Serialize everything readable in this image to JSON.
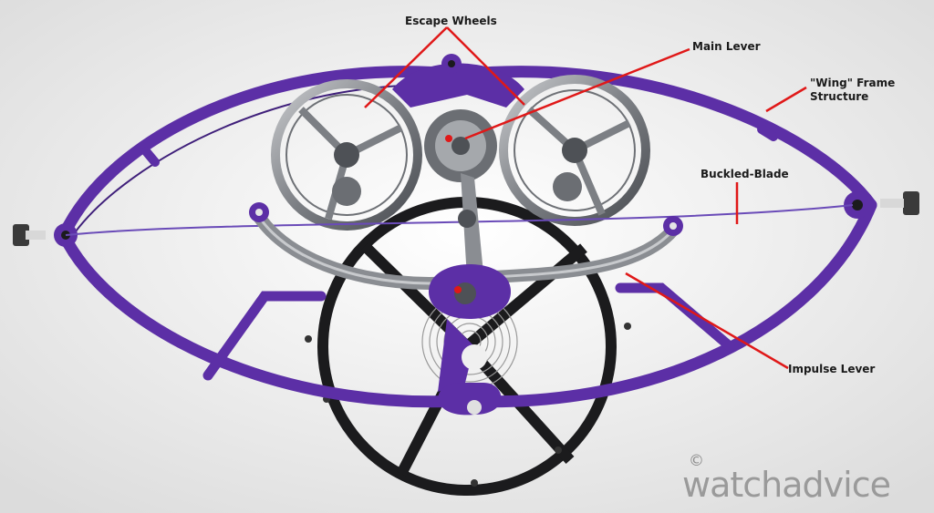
{
  "labels": {
    "escape_wheels": "Escape Wheels",
    "main_lever": "Main Lever",
    "wing_frame_line1": "\"Wing\" Frame",
    "wing_frame_line2": "Structure",
    "buckled_blade": "Buckled-Blade",
    "impulse_lever": "Impulse Lever"
  },
  "watermark": {
    "copyright": "©",
    "brand": "watchadvice"
  },
  "colors": {
    "frame_purple": "#5c2fa6",
    "frame_purple_dark": "#3f1f7a",
    "pointer_red": "#e01818",
    "steel": "#8a8d92",
    "steel_dark": "#4e5156",
    "balance_black": "#1b1b1d",
    "background": "#f2f2f2"
  }
}
